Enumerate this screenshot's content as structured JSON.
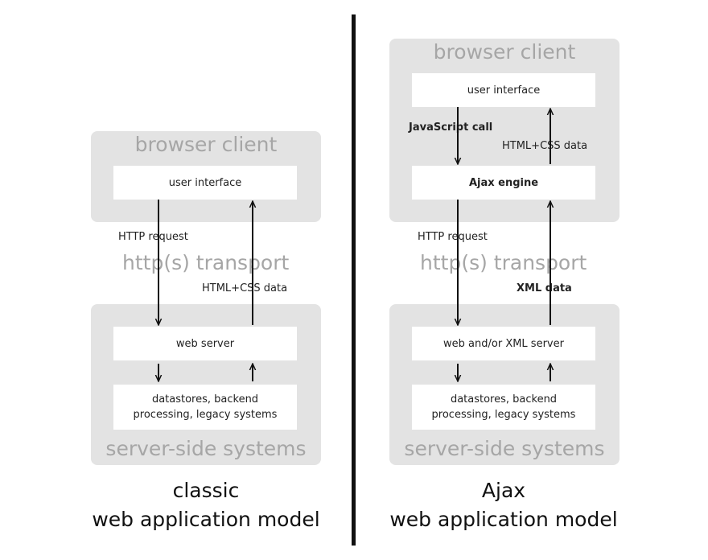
{
  "classic": {
    "browser_title": "browser client",
    "ui_box": "user interface",
    "request_label": "HTTP request",
    "transport_title": "http(s) transport",
    "response_label": "HTML+CSS data",
    "web_server": "web server",
    "datastores_line1": "datastores, backend",
    "datastores_line2": "processing, legacy systems",
    "server_title": "server-side systems",
    "caption_line1": "classic",
    "caption_line2": "web application model"
  },
  "ajax": {
    "browser_title": "browser client",
    "ui_box": "user interface",
    "js_call_label": "JavaScript call",
    "html_css_label": "HTML+CSS data",
    "engine_box": "Ajax engine",
    "request_label": "HTTP request",
    "transport_title": "http(s) transport",
    "xml_label": "XML data",
    "web_server": "web and/or XML server",
    "datastores_line1": "datastores, backend",
    "datastores_line2": "processing, legacy systems",
    "server_title": "server-side systems",
    "caption_line1": "Ajax",
    "caption_line2": "web application model"
  }
}
